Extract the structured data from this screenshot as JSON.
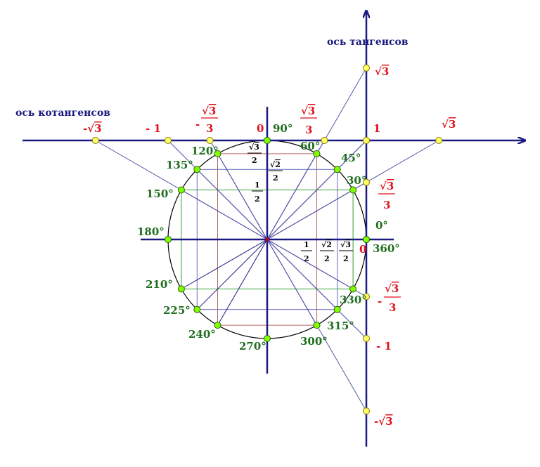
{
  "colors": {
    "axis": "#1a1a80",
    "circle": "#000000",
    "point": "#7fff00",
    "point_stroke": "#2a6010",
    "tan_point": "#ffff66",
    "tan_point_stroke": "#8a7a00",
    "angle_label": "#1f6e1f",
    "value_label": "#e0121c",
    "fraction_label": "#000000",
    "axis_title": "#1a1a80",
    "diameter": "#1a1a80",
    "proj_blue": "#6666bb",
    "proj_green": "#33a033",
    "proj_red": "#bb6666",
    "tan_line": "#5555aa"
  },
  "titles": {
    "tan_axis": "ось тангенсов",
    "cot_axis": "ось котангенсов"
  },
  "angles": [
    {
      "deg": 0,
      "label": "0°"
    },
    {
      "deg": 30,
      "label": "30°"
    },
    {
      "deg": 45,
      "label": "45°"
    },
    {
      "deg": 60,
      "label": "60°"
    },
    {
      "deg": 90,
      "label": "90°"
    },
    {
      "deg": 120,
      "label": "120°"
    },
    {
      "deg": 135,
      "label": "135°"
    },
    {
      "deg": 150,
      "label": "150°"
    },
    {
      "deg": 180,
      "label": "180°"
    },
    {
      "deg": 210,
      "label": "210°"
    },
    {
      "deg": 225,
      "label": "225°"
    },
    {
      "deg": 240,
      "label": "240°"
    },
    {
      "deg": 270,
      "label": "270°"
    },
    {
      "deg": 300,
      "label": "300°"
    },
    {
      "deg": 315,
      "label": "315°"
    },
    {
      "deg": 330,
      "label": "330°"
    },
    {
      "deg": 360,
      "label": "360°"
    }
  ],
  "tan_values": [
    {
      "value": 1.7320508,
      "label": "√3"
    },
    {
      "value": 1,
      "label": "1"
    },
    {
      "value": 0.5773503,
      "label": "√3/3"
    },
    {
      "value": 0,
      "label": "0"
    },
    {
      "value": -0.5773503,
      "label": "-√3/3"
    },
    {
      "value": -1,
      "label": "- 1"
    },
    {
      "value": -1.7320508,
      "label": "-√3"
    }
  ],
  "cot_values": [
    {
      "value": -1.7320508,
      "label": "-√3"
    },
    {
      "value": -1,
      "label": "- 1"
    },
    {
      "value": -0.5773503,
      "label": "-√3/3"
    },
    {
      "value": 0,
      "label": "0"
    },
    {
      "value": 0.5773503,
      "label": "√3/3"
    },
    {
      "value": 1,
      "label": "1"
    },
    {
      "value": 1.7320508,
      "label": "√3"
    }
  ],
  "fractions": {
    "half": "1/2",
    "root2_half": "√2/2",
    "root3_half": "√3/2"
  }
}
